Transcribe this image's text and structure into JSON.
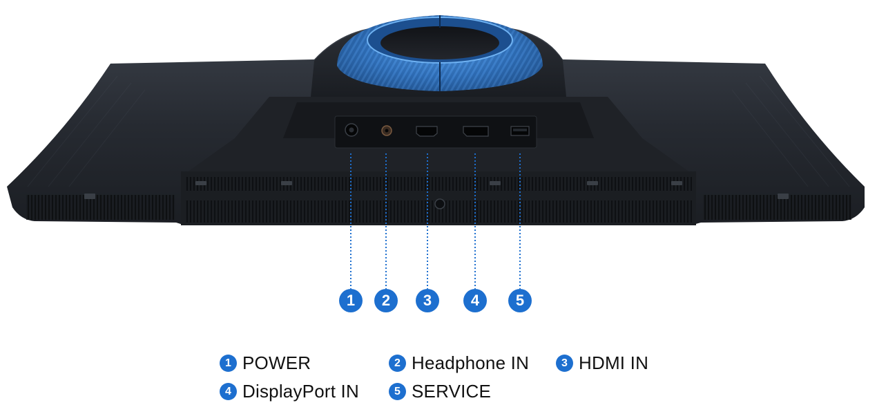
{
  "ports": [
    {
      "number": "1",
      "label": "POWER",
      "icon": "power-socket-icon"
    },
    {
      "number": "2",
      "label": "Headphone IN",
      "icon": "headphone-jack-icon"
    },
    {
      "number": "3",
      "label": "HDMI IN",
      "icon": "hdmi-port-icon"
    },
    {
      "number": "4",
      "label": "DisplayPort IN",
      "icon": "displayport-icon"
    },
    {
      "number": "5",
      "label": "SERVICE",
      "icon": "usb-port-icon"
    }
  ],
  "colors": {
    "accent": "#1d6fcf",
    "monitor_body": "#23272f",
    "stand_ring": "#2f6fb8",
    "background": "#ffffff"
  }
}
